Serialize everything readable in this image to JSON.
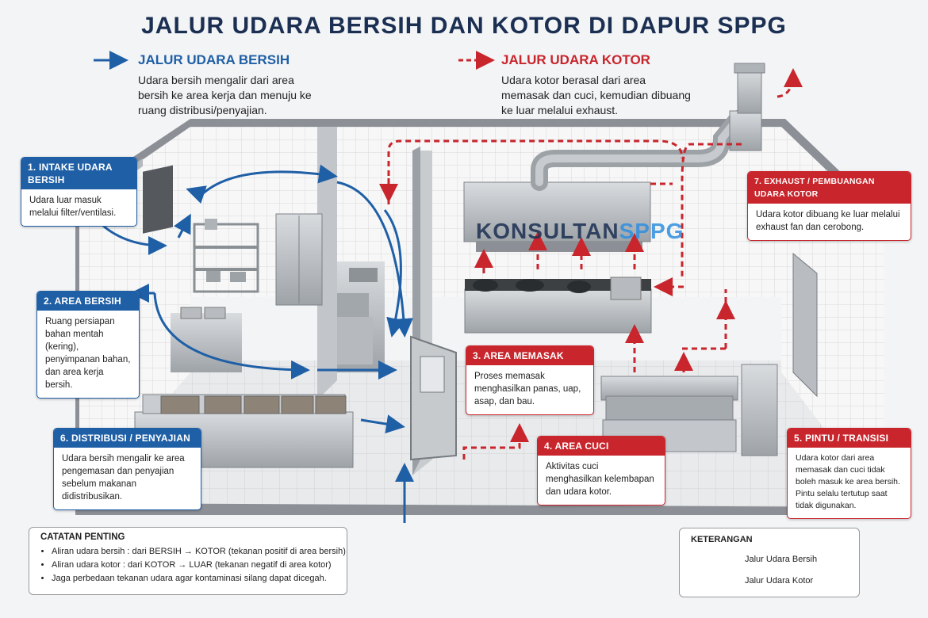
{
  "title": "JALUR UDARA BERSIH DAN KOTOR DI DAPUR SPPG",
  "top_legend": {
    "clean": {
      "label": "JALUR UDARA BERSIH",
      "desc": "Udara bersih mengalir dari area bersih ke area kerja dan menuju ke ruang distribusi/penyajian.",
      "color": "#1f5fa6"
    },
    "dirty": {
      "label": "JALUR UDARA KOTOR",
      "desc": "Udara kotor berasal dari area memasak dan cuci, kemudian dibuang ke luar melalui exhaust.",
      "color": "#c8252c"
    }
  },
  "callouts": [
    {
      "title": "1. INTAKE UDARA BERSIH",
      "body": "Udara luar masuk melalui filter/ventilasi."
    },
    {
      "title": "2. AREA BERSIH",
      "body": "Ruang persiapan bahan mentah (kering), penyimpanan bahan, dan area kerja bersih."
    },
    {
      "title": "3. AREA MEMASAK",
      "body": "Proses memasak menghasilkan panas, uap, asap, dan bau."
    },
    {
      "title": "4. AREA CUCI",
      "body": "Aktivitas cuci menghasilkan kelembapan dan udara kotor."
    },
    {
      "title": "5. PINTU / TRANSISI",
      "body": "Udara kotor dari area memasak dan cuci tidak boleh masuk ke area bersih. Pintu selalu tertutup saat tidak digunakan."
    },
    {
      "title": "6. DISTRIBUSI / PENYAJIAN",
      "body": "Udara bersih mengalir ke area pengemasan dan penyajian sebelum makanan didistribusikan."
    },
    {
      "title": "7. EXHAUST / PEMBUANGAN UDARA KOTOR",
      "body": "Udara kotor dibuang ke luar melalui exhaust fan dan cerobong."
    }
  ],
  "watermark": {
    "part1": "KONSULTAN",
    "part2": "SPPG"
  },
  "notes": {
    "title": "CATATAN PENTING",
    "items": [
      "Aliran udara bersih : dari BERSIH → KOTOR (tekanan positif di area bersih)",
      "Aliran udara kotor : dari KOTOR → LUAR (tekanan negatif di area kotor)",
      "Jaga perbedaan tekanan udara agar kontaminasi silang dapat dicegah."
    ]
  },
  "legend": {
    "title": "KETERANGAN",
    "clean": "Jalur Udara Bersih",
    "dirty": "Jalur Udara Kotor"
  },
  "colors": {
    "clean": "#1f5fa6",
    "dirty": "#c8252c",
    "title": "#1b2f52"
  }
}
